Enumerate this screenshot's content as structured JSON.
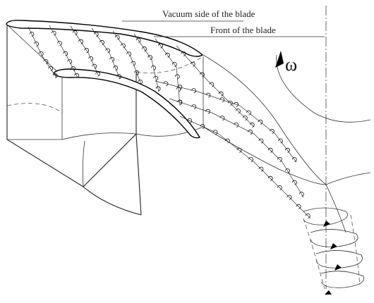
{
  "labels": {
    "vacuum_side": "Vacuum side of the blade",
    "front": "Front of the blade",
    "rotation_symbol": "ω"
  }
}
